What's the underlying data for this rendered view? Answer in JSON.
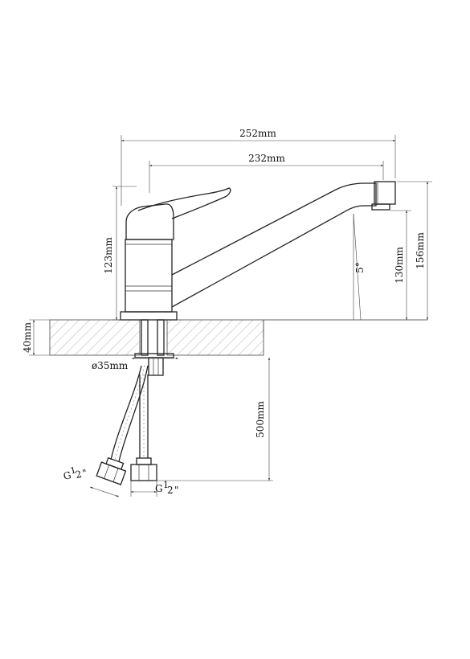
{
  "dimensions": {
    "overall_length": "252mm",
    "spout_reach": "232mm",
    "body_height": "123mm",
    "outlet_height": "130mm",
    "total_height": "156mm",
    "spout_angle": "5°",
    "counter_thickness": "40mm",
    "mount_diameter": "ø35mm",
    "hose_length": "500mm",
    "thread_left_main": "G",
    "thread_left_num": "1",
    "thread_left_den": "2",
    "thread_left_mark": "\"",
    "thread_right_main": "G",
    "thread_right_num": "1",
    "thread_right_den": "2",
    "thread_right_mark": "\""
  }
}
